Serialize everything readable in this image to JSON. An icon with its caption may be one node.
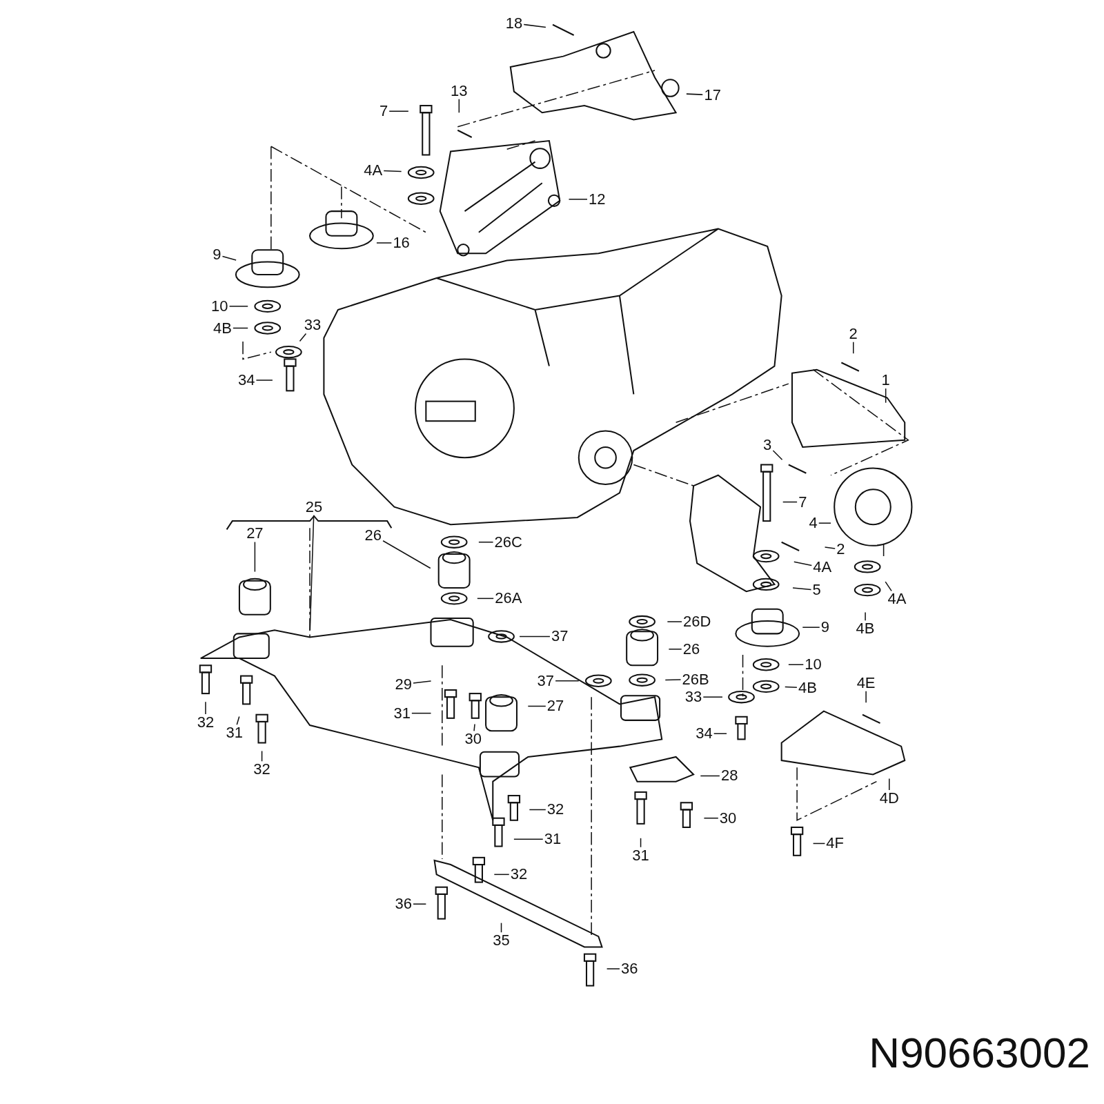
{
  "diagram": {
    "nodes": [
      {
        "text": [
          "18"
        ]
      },
      {
        "text": [
          "17"
        ]
      },
      {
        "text": [
          "13"
        ]
      },
      {
        "text": [
          "7"
        ]
      },
      {
        "text": [
          "4A"
        ]
      },
      {
        "text": [
          "12"
        ]
      },
      {
        "text": [
          "16"
        ]
      },
      {
        "text": [
          "9"
        ]
      },
      {
        "text": [
          "10"
        ]
      },
      {
        "text": [
          "4B"
        ]
      },
      {
        "text": [
          "33"
        ]
      },
      {
        "text": [
          "34"
        ]
      },
      {
        "text": [
          "2"
        ]
      },
      {
        "text": [
          "1"
        ]
      },
      {
        "text": [
          "3"
        ]
      },
      {
        "text": [
          "7"
        ]
      },
      {
        "text": [
          "4"
        ]
      },
      {
        "text": [
          "2"
        ]
      },
      {
        "text": [
          "4A"
        ]
      },
      {
        "text": [
          "5"
        ]
      },
      {
        "text": [
          "4A"
        ]
      },
      {
        "text": [
          "4B"
        ]
      },
      {
        "text": [
          "9"
        ]
      },
      {
        "text": [
          "10"
        ]
      },
      {
        "text": [
          "4B"
        ]
      },
      {
        "text": [
          "33"
        ]
      },
      {
        "text": [
          "34"
        ]
      },
      {
        "text": [
          "4E"
        ]
      },
      {
        "text": [
          "4D"
        ]
      },
      {
        "text": [
          "4F"
        ]
      },
      {
        "text": [
          "25"
        ]
      },
      {
        "text": [
          "27"
        ]
      },
      {
        "text": [
          "26"
        ]
      },
      {
        "text": [
          "26C"
        ]
      },
      {
        "text": [
          "26A"
        ]
      },
      {
        "text": [
          "37"
        ]
      },
      {
        "text": [
          "29"
        ]
      },
      {
        "text": [
          "31"
        ]
      },
      {
        "text": [
          "30"
        ]
      },
      {
        "text": [
          "27"
        ]
      },
      {
        "text": [
          "26D"
        ]
      },
      {
        "text": [
          "26"
        ]
      },
      {
        "text": [
          "26B"
        ]
      },
      {
        "text": [
          "37"
        ]
      },
      {
        "text": [
          "28"
        ]
      },
      {
        "text": [
          "30"
        ]
      },
      {
        "text": [
          "31"
        ]
      },
      {
        "text": [
          "32"
        ]
      },
      {
        "text": [
          "31"
        ]
      },
      {
        "text": [
          "32"
        ]
      },
      {
        "text": [
          "36"
        ]
      },
      {
        "text": [
          "35"
        ]
      },
      {
        "text": [
          "36"
        ]
      },
      {
        "text": [
          "32"
        ]
      },
      {
        "text": [
          "31"
        ]
      },
      {
        "text": [
          "32"
        ]
      }
    ],
    "edges": [
      {
        "from": 0,
        "to": null,
        "arrow": "none"
      },
      {
        "from": 1,
        "to": null,
        "arrow": "none"
      },
      {
        "from": 2,
        "to": null,
        "arrow": "none"
      },
      {
        "from": 3,
        "to": null,
        "arrow": "none"
      },
      {
        "from": 4,
        "to": null,
        "arrow": "none"
      },
      {
        "from": 5,
        "to": null,
        "arrow": "none"
      },
      {
        "from": 6,
        "to": null,
        "arrow": "none"
      },
      {
        "from": 7,
        "to": null,
        "arrow": "none"
      },
      {
        "from": 8,
        "to": null,
        "arrow": "none"
      },
      {
        "from": 9,
        "to": null,
        "arrow": "none"
      },
      {
        "from": 10,
        "to": null,
        "arrow": "none"
      },
      {
        "from": 11,
        "to": null,
        "arrow": "none"
      },
      {
        "from": 12,
        "to": null,
        "arrow": "none"
      },
      {
        "from": 13,
        "to": null,
        "arrow": "none"
      },
      {
        "from": 14,
        "to": null,
        "arrow": "none"
      },
      {
        "from": 15,
        "to": null,
        "arrow": "none"
      },
      {
        "from": 16,
        "to": null,
        "arrow": "none"
      },
      {
        "from": 17,
        "to": null,
        "arrow": "none"
      },
      {
        "from": 18,
        "to": null,
        "arrow": "none"
      },
      {
        "from": 19,
        "to": null,
        "arrow": "none"
      },
      {
        "from": 20,
        "to": null,
        "arrow": "none"
      },
      {
        "from": 21,
        "to": null,
        "arrow": "none"
      },
      {
        "from": 22,
        "to": null,
        "arrow": "none"
      },
      {
        "from": 23,
        "to": null,
        "arrow": "none"
      },
      {
        "from": 24,
        "to": null,
        "arrow": "none"
      },
      {
        "from": 25,
        "to": null,
        "arrow": "none"
      },
      {
        "from": 26,
        "to": null,
        "arrow": "none"
      },
      {
        "from": 27,
        "to": null,
        "arrow": "none"
      },
      {
        "from": 28,
        "to": null,
        "arrow": "none"
      },
      {
        "from": 29,
        "to": null,
        "arrow": "none"
      },
      {
        "from": 30,
        "to": null,
        "arrow": "none"
      },
      {
        "from": 31,
        "to": null,
        "arrow": "none"
      },
      {
        "from": 32,
        "to": null,
        "arrow": "none"
      },
      {
        "from": 33,
        "to": null,
        "arrow": "none"
      },
      {
        "from": 34,
        "to": null,
        "arrow": "none"
      },
      {
        "from": 35,
        "to": null,
        "arrow": "none"
      },
      {
        "from": 36,
        "to": null,
        "arrow": "none"
      },
      {
        "from": 37,
        "to": null,
        "arrow": "none"
      },
      {
        "from": 38,
        "to": null,
        "arrow": "none"
      },
      {
        "from": 39,
        "to": null,
        "arrow": "none"
      },
      {
        "from": 40,
        "to": null,
        "arrow": "none"
      },
      {
        "from": 41,
        "to": null,
        "arrow": "none"
      },
      {
        "from": 42,
        "to": null,
        "arrow": "none"
      },
      {
        "from": 43,
        "to": null,
        "arrow": "none"
      },
      {
        "from": 44,
        "to": null,
        "arrow": "none"
      },
      {
        "from": 45,
        "to": null,
        "arrow": "none"
      },
      {
        "from": 46,
        "to": null,
        "arrow": "none"
      },
      {
        "from": 47,
        "to": null,
        "arrow": "none"
      },
      {
        "from": 48,
        "to": null,
        "arrow": "none"
      },
      {
        "from": 49,
        "to": null,
        "arrow": "none"
      },
      {
        "from": 50,
        "to": null,
        "arrow": "none"
      },
      {
        "from": 51,
        "to": null,
        "arrow": "none"
      },
      {
        "from": 52,
        "to": null,
        "arrow": "none"
      },
      {
        "from": 53,
        "to": null,
        "arrow": "none"
      },
      {
        "from": 54,
        "to": null,
        "arrow": "none"
      },
      {
        "from": 55,
        "to": null,
        "arrow": "none"
      }
    ],
    "labels": [
      "N90663002"
    ]
  }
}
